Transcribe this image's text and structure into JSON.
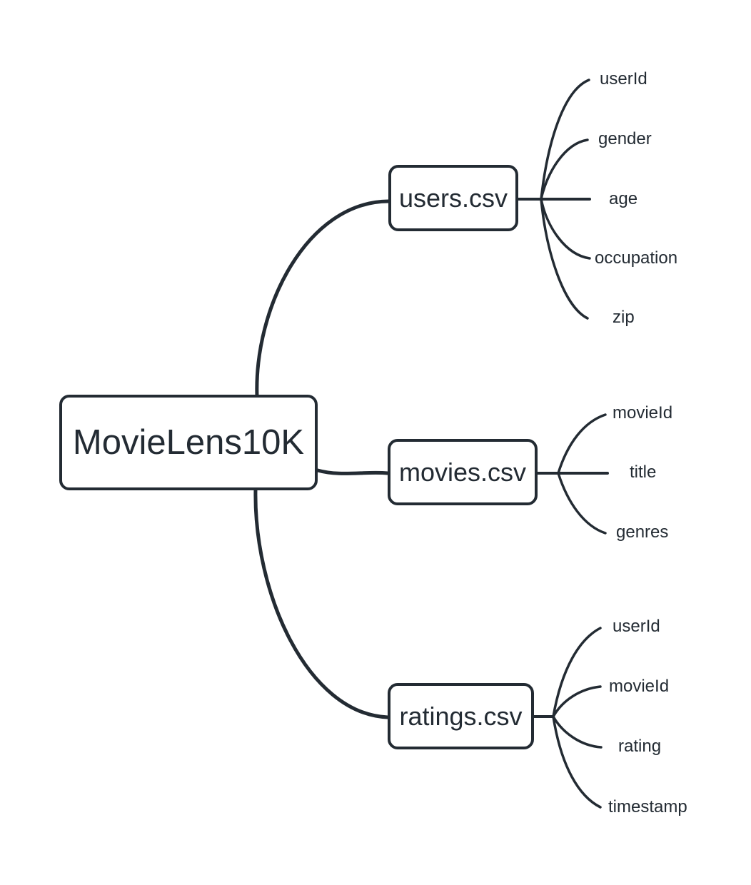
{
  "colors": {
    "ink": "#232b33",
    "background": "#ffffff"
  },
  "root": {
    "label": "MovieLens10K"
  },
  "files": [
    {
      "label": "users.csv",
      "fields": [
        "userId",
        "gender",
        "age",
        "occupation",
        "zip"
      ]
    },
    {
      "label": "movies.csv",
      "fields": [
        "movieId",
        "title",
        "genres"
      ]
    },
    {
      "label": "ratings.csv",
      "fields": [
        "userId",
        "movieId",
        "rating",
        "timestamp"
      ]
    }
  ]
}
